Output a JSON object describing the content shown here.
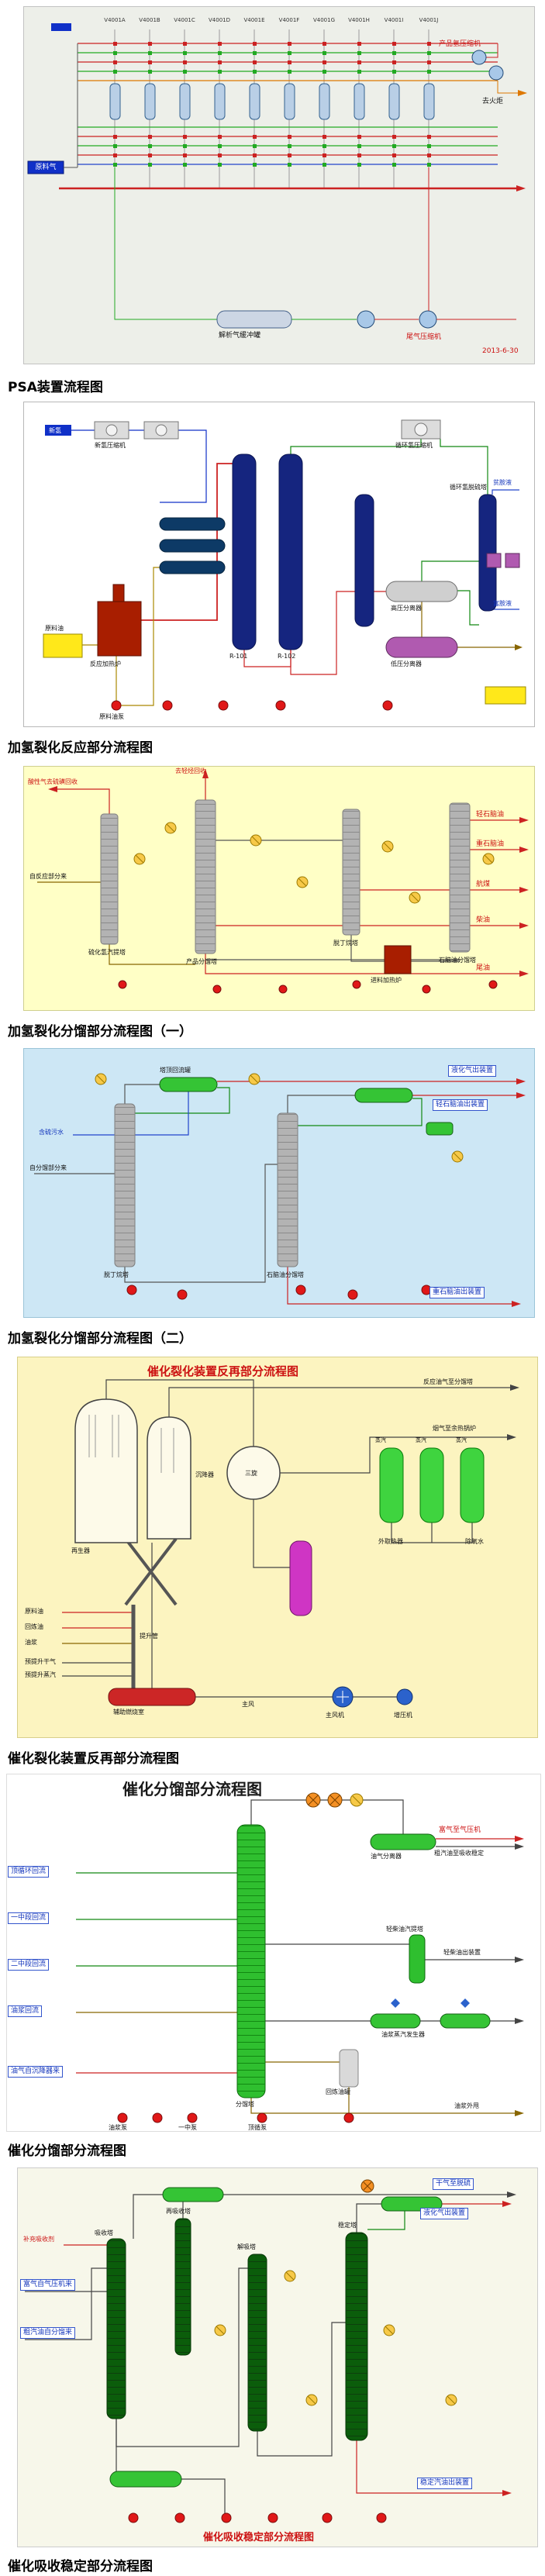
{
  "captions": {
    "psa": "PSA装置流程图",
    "hydro_reaction": "加氢裂化反应部分流程图",
    "hydro_frac1": "加氢裂化分馏部分流程图（一）",
    "hydro_frac2": "加氢裂化分馏部分流程图（二）",
    "fcc_rr": "催化裂化装置反再部分流程图",
    "fcc_frac": "催化分馏部分流程图",
    "fcc_abs": "催化吸收稳定部分流程图"
  },
  "psa": {
    "tags": [
      "V4001A",
      "V4001B",
      "V4001C",
      "V4001D",
      "V4001E",
      "V4001F",
      "V4001G",
      "V4001H",
      "V4001I",
      "V4001J"
    ],
    "labels": {
      "product_compressor": "产品氢压缩机",
      "to_flare": "去火炬",
      "feed_gas": "原料气",
      "tail_gas_compressor": "尾气压缩机",
      "buffer_drum": "解析气缓冲罐",
      "date": "2013-6-30"
    }
  },
  "hydro_reaction": {
    "labels": {
      "makeup_h2": "新氢",
      "makeup_compressor": "新氢压缩机",
      "recycle_compressor": "循环氢压缩机",
      "furnace": "反应加热炉",
      "reactor1": "R-101",
      "reactor2": "R-102",
      "hp_separator": "高压分离器",
      "lp_separator": "低压分离器",
      "scrubber": "循环氢脱硫塔",
      "feed_oil": "原料油",
      "feed_pump": "原料油泵",
      "lean_amine": "贫胺液",
      "rich_amine": "富胺液"
    }
  },
  "hydro_frac1": {
    "labels": {
      "from_reaction": "自反应部分来",
      "sour_gas": "酸性气去硫磺回收",
      "to_light_ends": "去轻烃回收",
      "stripper": "硫化氢汽提塔",
      "fractionator": "产品分馏塔",
      "debutanizer": "脱丁烷塔",
      "splitter": "石脑油分馏塔",
      "light_naphtha": "轻石脑油",
      "heavy_naphtha": "重石脑油",
      "jet_fuel": "航煤",
      "diesel": "柴油",
      "tail_oil": "尾油",
      "furnace": "进料加热炉"
    }
  },
  "hydro_frac2": {
    "labels": {
      "from_frac": "自分馏部分来",
      "debutanizer": "脱丁烷塔",
      "splitter": "石脑油分馏塔",
      "reflux_drum": "塔顶回流罐",
      "lpg_out": "液化气出装置",
      "light_naphtha_out": "轻石脑油出装置",
      "heavy_naphtha_out": "重石脑油出装置",
      "sour_water": "含硫污水"
    }
  },
  "fcc_rr": {
    "title": "催化裂化装置反再部分流程图",
    "labels": {
      "oil_gas_out": "反应油气至分馏塔",
      "flue_gas": "烟气至余热锅炉",
      "settler": "沉降器",
      "regenerator": "再生器",
      "tertiary_cyclone": "三旋",
      "riser": "提升管",
      "external_cooler": "外取热器",
      "steam": "蒸汽",
      "water": "除氧水",
      "feed_oil": "原料油",
      "recycle_oil": "回炼油",
      "slurry": "油浆",
      "prelift_dry_gas": "预提升干气",
      "prelift_steam": "预提升蒸汽",
      "main_air": "主风",
      "main_blower": "主风机",
      "booster": "增压机",
      "aux_combustor": "辅助燃烧室"
    }
  },
  "fcc_frac": {
    "title": "催化分馏部分流程图",
    "left_boxes": [
      "油气自沉降器来",
      "顶循环回流",
      "一中段回流",
      "二中段回流",
      "油浆回流"
    ],
    "labels": {
      "fractionator": "分馏塔",
      "separator_drum": "油气分离器",
      "rich_gas": "富气至气压机",
      "crude_gasoline": "粗汽油至吸收稳定",
      "lco_stripper": "轻柴油汽提塔",
      "lco_out": "轻柴油出装置",
      "slurry_steam_gen": "油浆蒸汽发生器",
      "slurry_out": "油浆外甩",
      "recycle_drum": "回炼油罐",
      "slurry_pump": "油浆泵",
      "mcr_pump": "一中泵",
      "top_pump": "顶循泵"
    }
  },
  "fcc_abs": {
    "title": "催化吸收稳定部分流程图",
    "labels": {
      "absorber": "吸收塔",
      "reabsorber": "再吸收塔",
      "desorber": "解吸塔",
      "stabilizer": "稳定塔",
      "rich_gas_in": "富气自气压机来",
      "crude_gasoline_in": "粗汽油自分馏来",
      "dry_gas_out": "干气至脱硫",
      "lpg_out": "液化气出装置",
      "gasoline_out": "稳定汽油出装置",
      "supplement_absorbent": "补充吸收剂"
    }
  }
}
